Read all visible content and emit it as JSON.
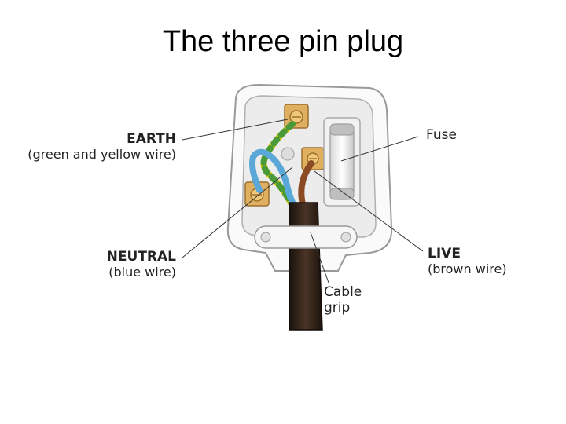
{
  "title": "The three pin plug",
  "labels": {
    "earth": {
      "name": "EARTH",
      "detail": "(green and yellow wire)"
    },
    "neutral": {
      "name": "NEUTRAL",
      "detail": "(blue wire)"
    },
    "fuse": {
      "name": "Fuse"
    },
    "live": {
      "name": "LIVE",
      "detail": "(brown wire)"
    },
    "cable_grip": {
      "line1": "Cable",
      "line2": "grip"
    }
  },
  "colors": {
    "earth_wire": "#c8c000",
    "earth_stripe": "#4a9a3a",
    "neutral_wire": "#5aa8d8",
    "live_wire": "#8a4a24",
    "cable": "#2a1e16",
    "terminal": "#e0b060",
    "plug_body": "#f4f4f4"
  }
}
